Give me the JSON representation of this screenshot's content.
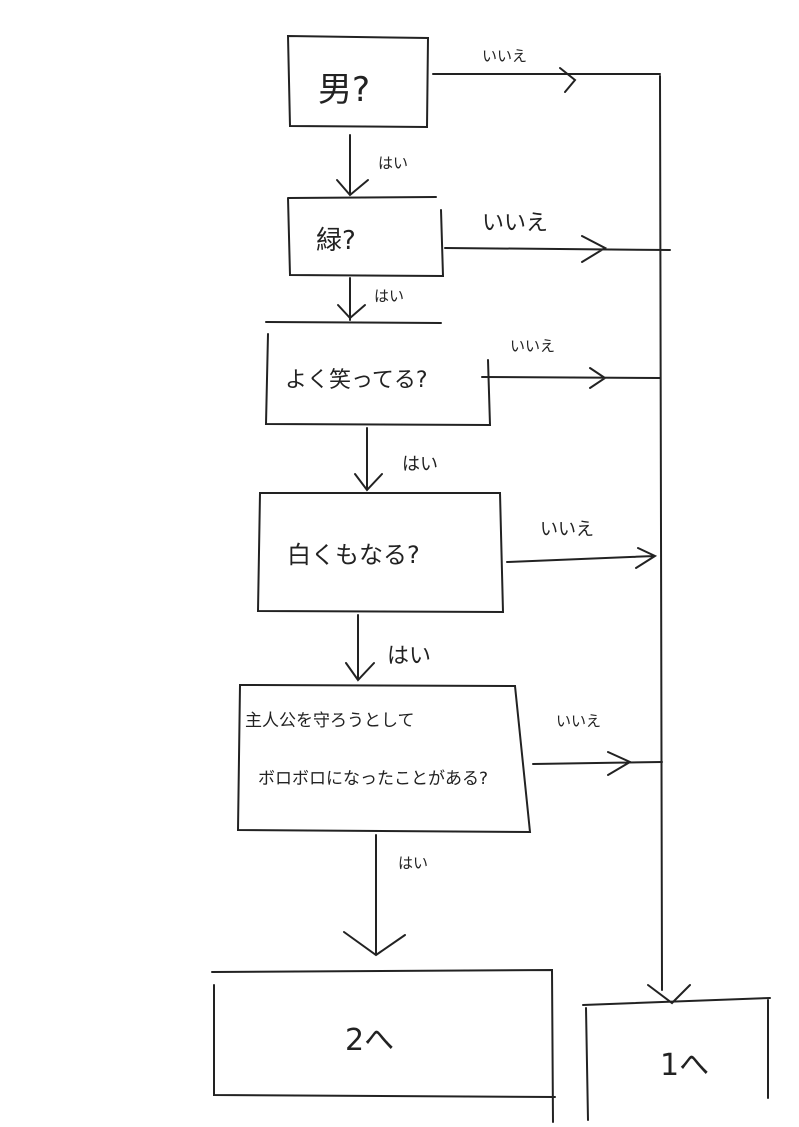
{
  "nodes": {
    "q1": "男?",
    "q2": "緑?",
    "q3": "よく笑ってる?",
    "q4": "白くもなる?",
    "q5_line1": "主人公を守ろうとして",
    "q5_line2": "ボロボロになったことがある?",
    "end2": "2へ",
    "end1": "1へ"
  },
  "labels": {
    "yes": "はい",
    "no": "いいえ"
  }
}
